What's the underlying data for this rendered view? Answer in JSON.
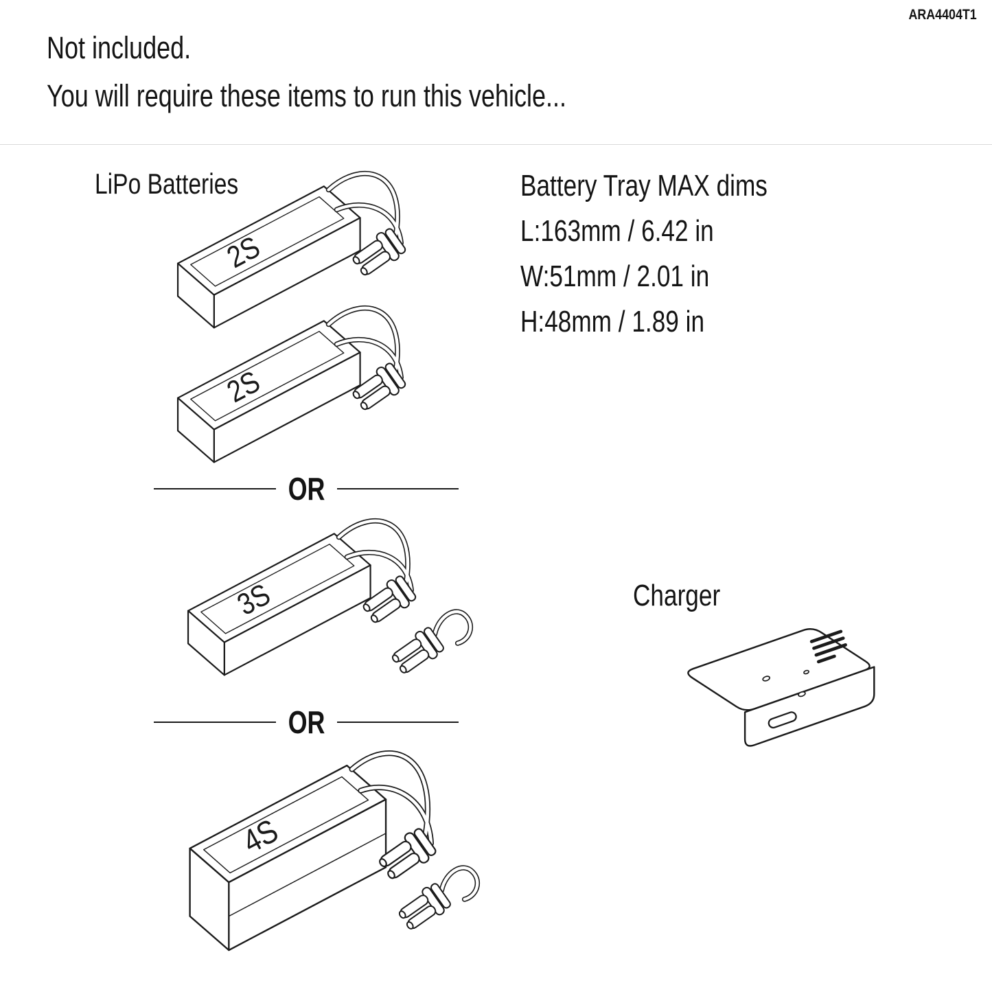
{
  "part_number": "ARA4404T1",
  "header": {
    "line1": "Not included.",
    "line2": "You will require these items to run this vehicle..."
  },
  "batteries": {
    "section_label": "LiPo Batteries",
    "or_label": "OR",
    "items": [
      {
        "label": "2S"
      },
      {
        "label": "2S"
      },
      {
        "label": "3S"
      },
      {
        "label": "4S"
      }
    ]
  },
  "tray": {
    "title": "Battery Tray MAX dims",
    "dims": [
      "L:163mm / 6.42 in",
      "W:51mm / 2.01 in",
      "H:48mm / 1.89 in"
    ]
  },
  "charger": {
    "label": "Charger"
  }
}
